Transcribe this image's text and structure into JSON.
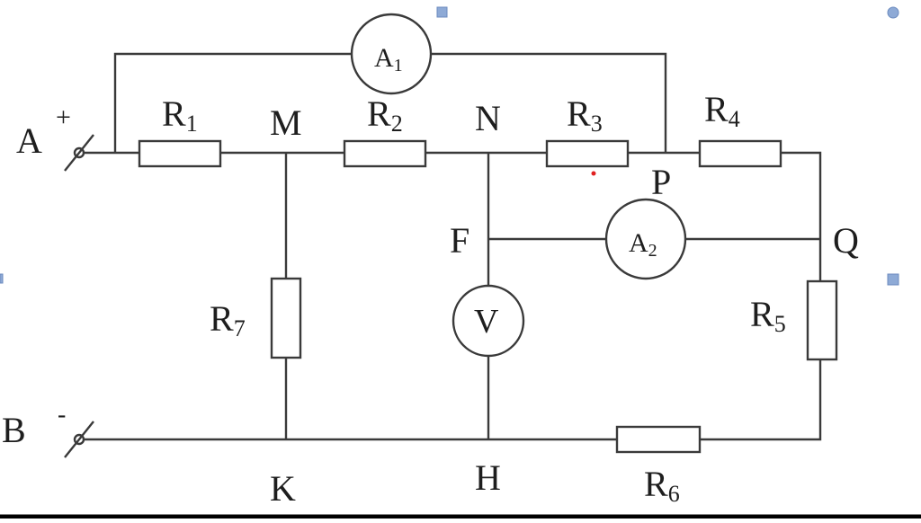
{
  "diagram": {
    "nodes": {
      "A": "A",
      "B": "B",
      "M": "M",
      "N": "N",
      "P": "P",
      "F": "F",
      "Q": "Q",
      "K": "K",
      "H": "H"
    },
    "polarity": {
      "plus": "+",
      "minus": "-"
    },
    "resistors": {
      "R1": {
        "base": "R",
        "sub": "1"
      },
      "R2": {
        "base": "R",
        "sub": "2"
      },
      "R3": {
        "base": "R",
        "sub": "3"
      },
      "R4": {
        "base": "R",
        "sub": "4"
      },
      "R5": {
        "base": "R",
        "sub": "5"
      },
      "R6": {
        "base": "R",
        "sub": "6"
      },
      "R7": {
        "base": "R",
        "sub": "7"
      }
    },
    "meters": {
      "A1": {
        "base": "A",
        "sub": "1"
      },
      "A2": {
        "base": "A",
        "sub": "2"
      },
      "V": {
        "base": "V",
        "sub": ""
      }
    },
    "colors": {
      "wire": "#3a3a3a",
      "text": "#1e1e1e",
      "handle": "#8eaad6",
      "dot": "#e02020"
    }
  }
}
